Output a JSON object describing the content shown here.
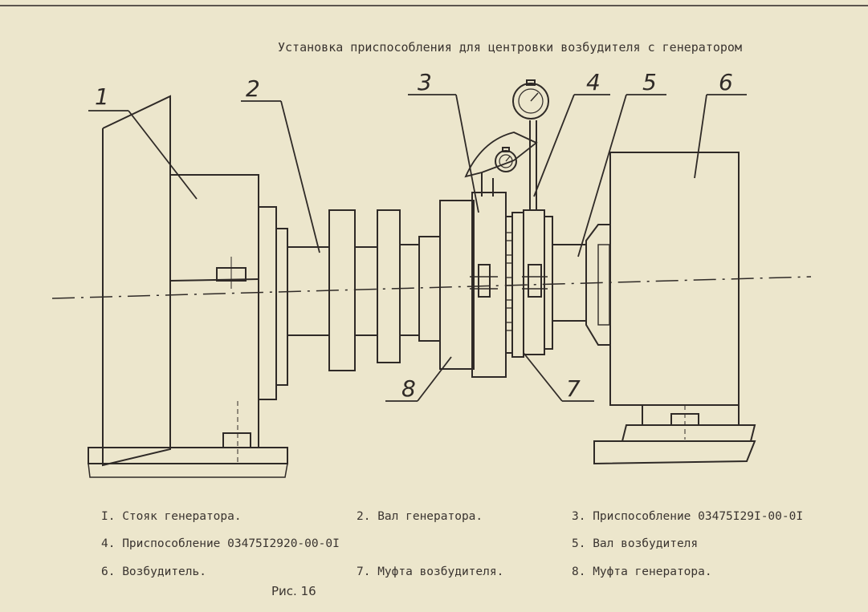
{
  "title": "Установка приспособления для центровки возбудителя с генератором",
  "callouts": [
    "1",
    "2",
    "3",
    "4",
    "5",
    "6",
    "7",
    "8"
  ],
  "legend": [
    "I. Стояк генератора.",
    "2. Вал генератора.",
    "3. Приспособление 03475I29I-00-0I",
    "4. Приспособление 03475I2920-00-0I",
    "5. Вал возбудителя",
    "6. Возбудитель.",
    "7. Муфта возбудителя.",
    "8. Муфта генератора."
  ],
  "figure_label": "Рис. 16"
}
